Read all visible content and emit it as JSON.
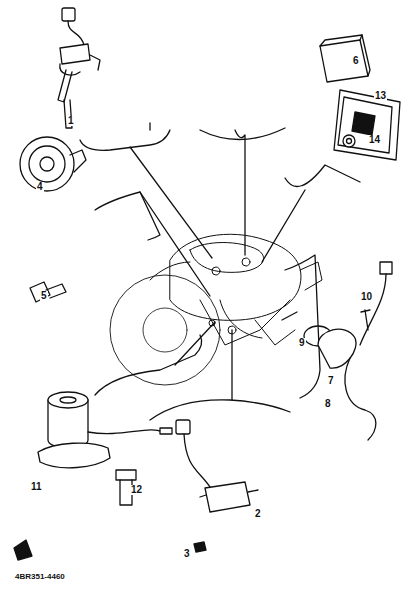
{
  "diagram": {
    "labels": [
      "1",
      "2",
      "3",
      "4",
      "5",
      "6",
      "7",
      "8",
      "9",
      "10",
      "11",
      "12",
      "13",
      "14",
      "4BR351-4460"
    ]
  }
}
